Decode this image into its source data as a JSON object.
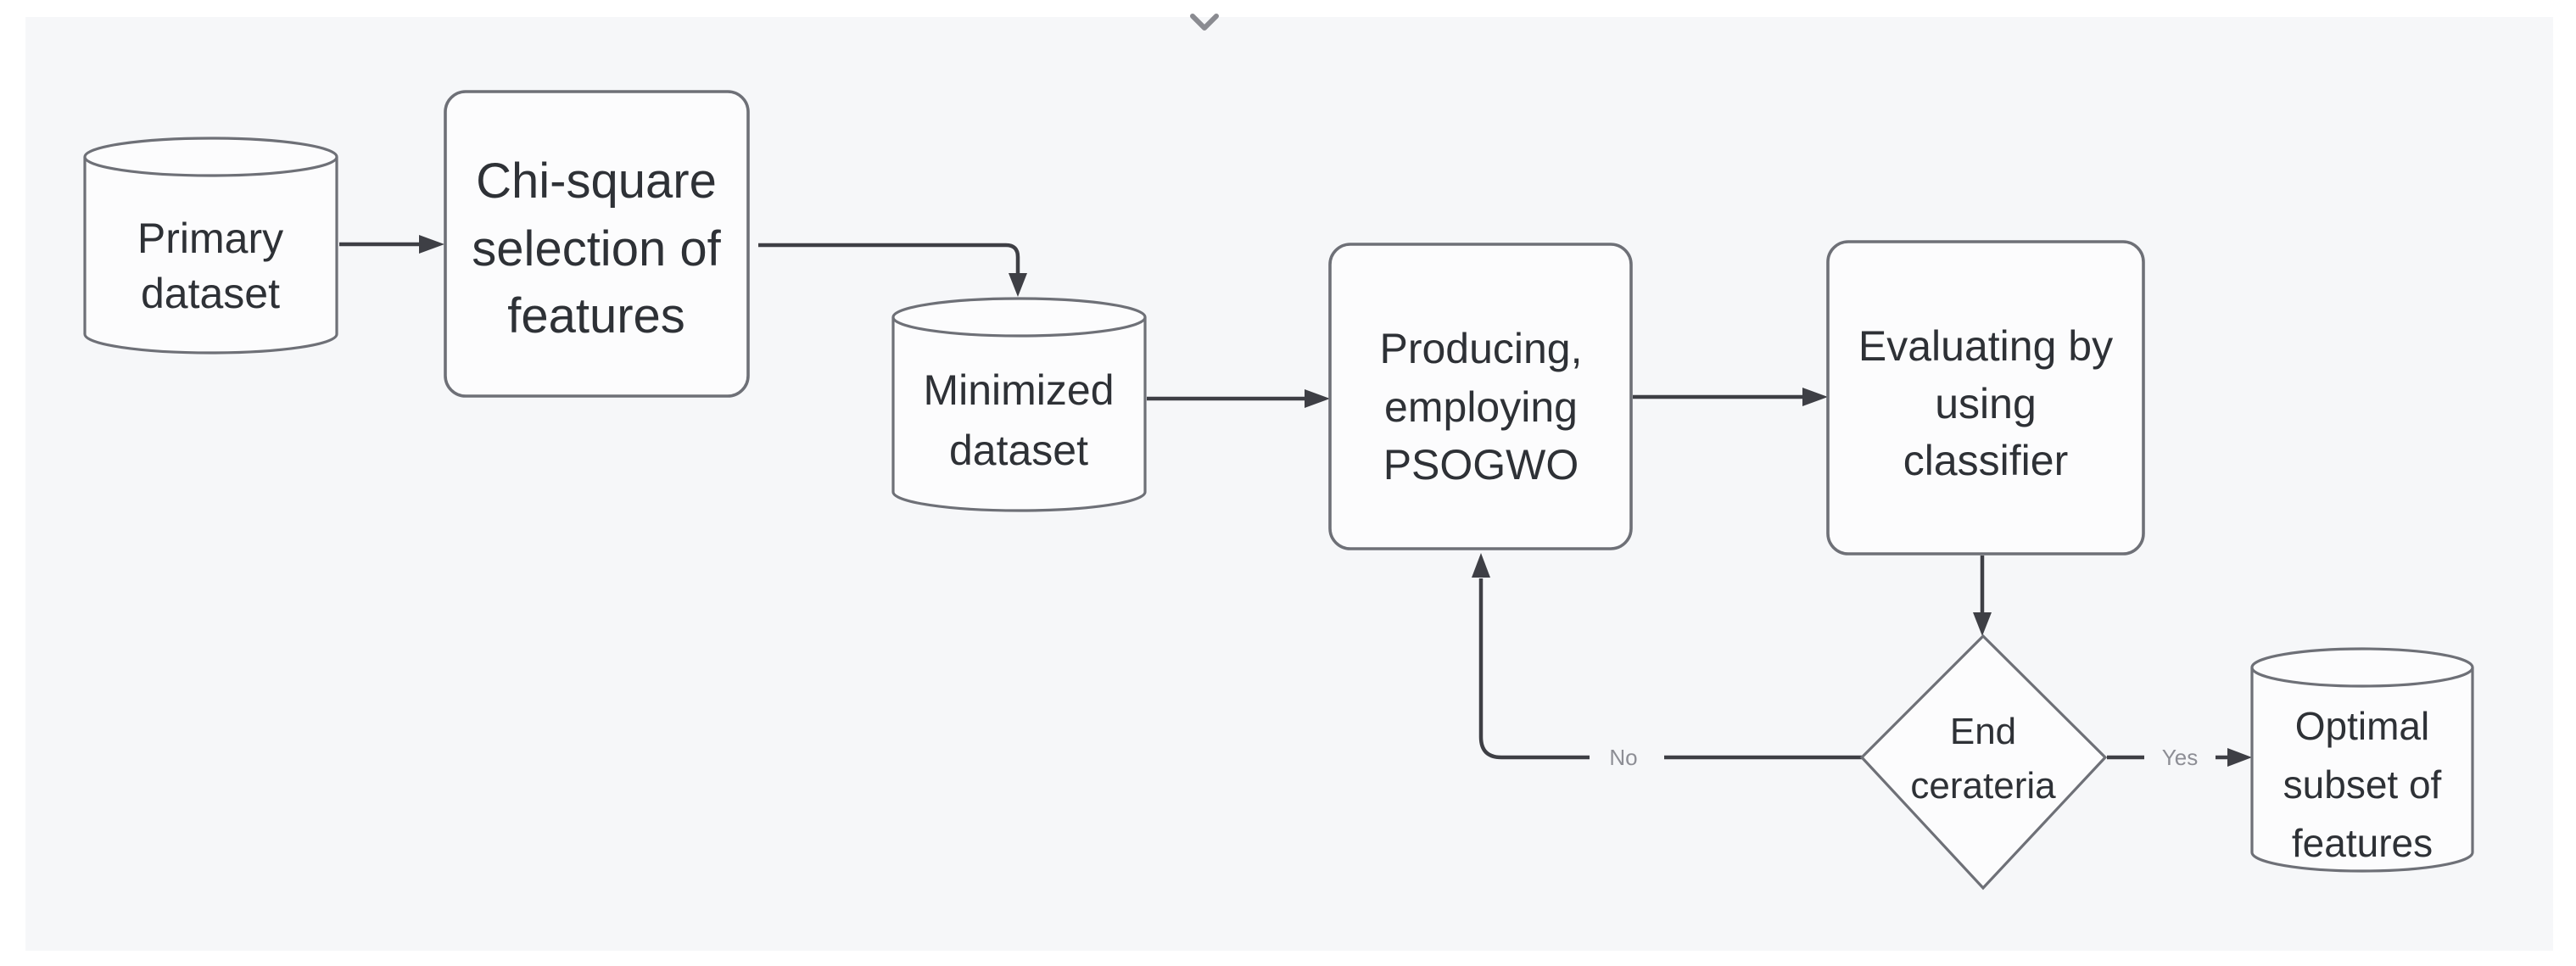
{
  "colors": {
    "page_bg": "#ffffff",
    "canvas_bg": "#f6f7f9",
    "node_fill": "#fcfcfd",
    "node_border": "#6e7077",
    "connector": "#3e3f45",
    "text": "#2e3136",
    "muted_label": "#8d8e95",
    "chevron": "#8a8b91"
  },
  "icons": {
    "scroll_hint": "chevron-down-icon"
  },
  "nodes": {
    "primary_dataset": {
      "shape": "cylinder",
      "lines": [
        "Primary",
        "dataset"
      ]
    },
    "chi_square_selection": {
      "shape": "rounded-rect",
      "lines": [
        "Chi-square",
        "selection of",
        "features"
      ]
    },
    "minimized_dataset": {
      "shape": "cylinder",
      "lines": [
        "Minimized",
        "dataset"
      ]
    },
    "producing_psogwo": {
      "shape": "rounded-rect",
      "lines": [
        "Producing,",
        "employing",
        "PSOGWO"
      ]
    },
    "evaluating_classifier": {
      "shape": "rounded-rect",
      "lines": [
        "Evaluating by",
        "using",
        "classifier"
      ]
    },
    "end_criteria": {
      "shape": "diamond",
      "lines": [
        "End",
        "cerateria"
      ]
    },
    "optimal_subset": {
      "shape": "cylinder",
      "lines": [
        "Optimal",
        "subset of",
        "features"
      ]
    }
  },
  "edges": {
    "decision_no_label": "No",
    "decision_yes_label": "Yes"
  }
}
